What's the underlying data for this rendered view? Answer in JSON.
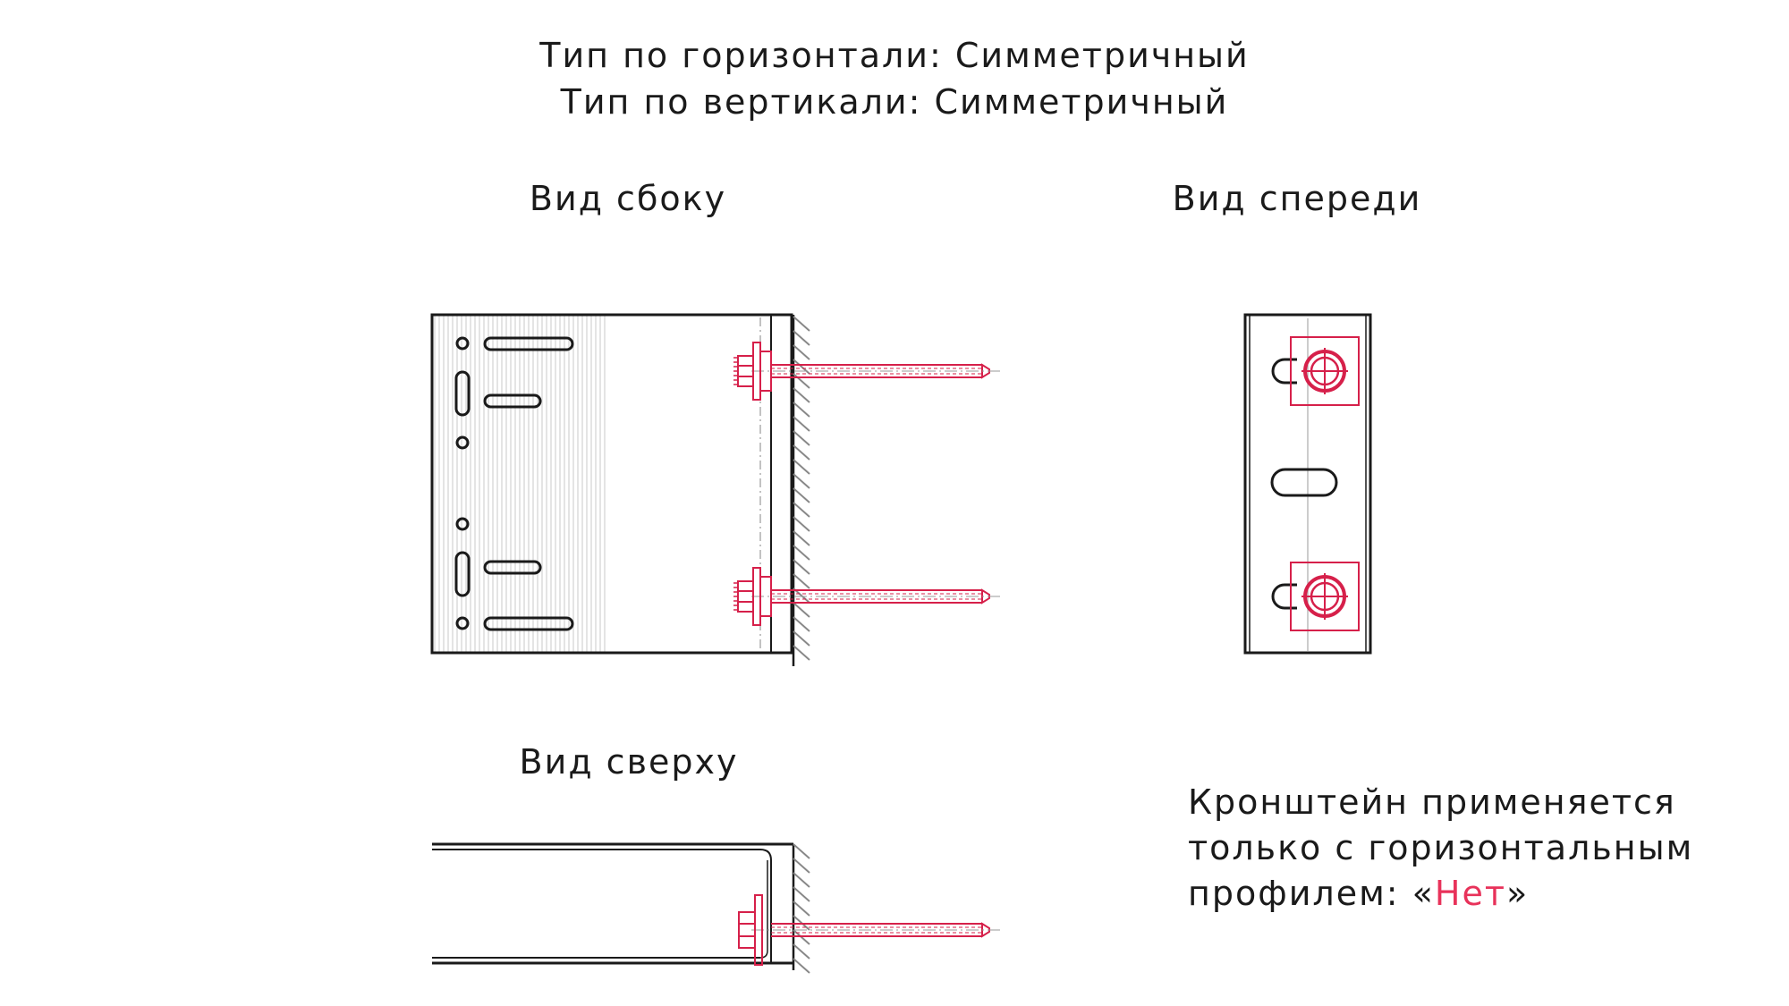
{
  "header": {
    "line1": "Тип по горизонтали: Симметричный",
    "line2": "Тип по вертикали: Симметричный"
  },
  "views": {
    "side": "Вид сбоку",
    "front": "Вид спереди",
    "top": "Вид сверху"
  },
  "note": {
    "line1": "Кронштейн применяется",
    "line2": "только с горизонтальным",
    "line3_prefix": "профилем: «",
    "line3_value": "Нет",
    "line3_suffix": "»"
  },
  "colors": {
    "line": "#1a1a1a",
    "bolt": "#d6204a",
    "hatch": "#888888",
    "accent": "#e8325a"
  }
}
